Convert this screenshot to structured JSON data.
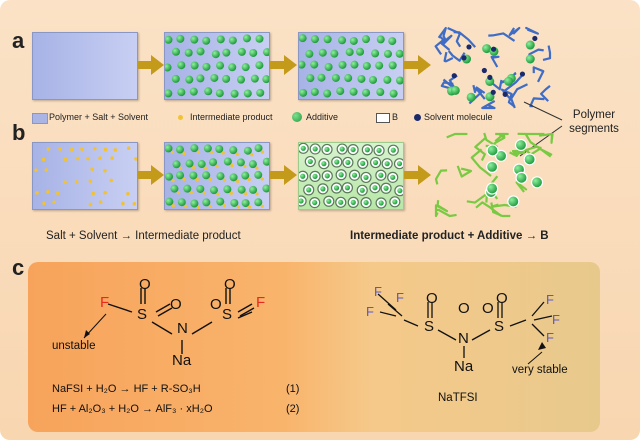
{
  "panels": {
    "a": "a",
    "b": "b",
    "c": "c"
  },
  "legend": {
    "polymer_salt_solvent": "Polymer + Salt + Solvent",
    "intermediate_product": "Intermediate product",
    "additive": "Additive",
    "b_label": "B",
    "solvent_molecule": "Solvent molecule"
  },
  "polymer_segments": "Polymer segments",
  "captions": {
    "left": "Salt + Solvent → Intermediate product",
    "right": "Intermediate product  + Additive → B"
  },
  "nafsi": {
    "F": "F",
    "S": "S",
    "O": "O",
    "N": "N",
    "Na": "Na",
    "unstable": "unstable",
    "eq1": "NaFSI + H₂O → HF + R-SO₃H",
    "eq1_num": "(1)",
    "eq2": "HF + Al₂O₃ + H₂O → AlF₃ · xH₂O",
    "eq2_num": "(2)"
  },
  "natfsi": {
    "F": "F",
    "S": "S",
    "O": "O",
    "N": "N",
    "Na": "Na",
    "very_stable": "very stable",
    "name": "NaTFSI"
  },
  "colors": {
    "accent_arrow": "#c49a1a",
    "additive_green": "#2fae4e",
    "intermediate_yellow": "#f1c232",
    "solvent_navy": "#1c2a6a",
    "polymer_blue": "#3f6cc4",
    "polymer_green": "#7ac943",
    "fluorine_red": "#e8291d",
    "fluorine_blue": "#5a59c6"
  }
}
